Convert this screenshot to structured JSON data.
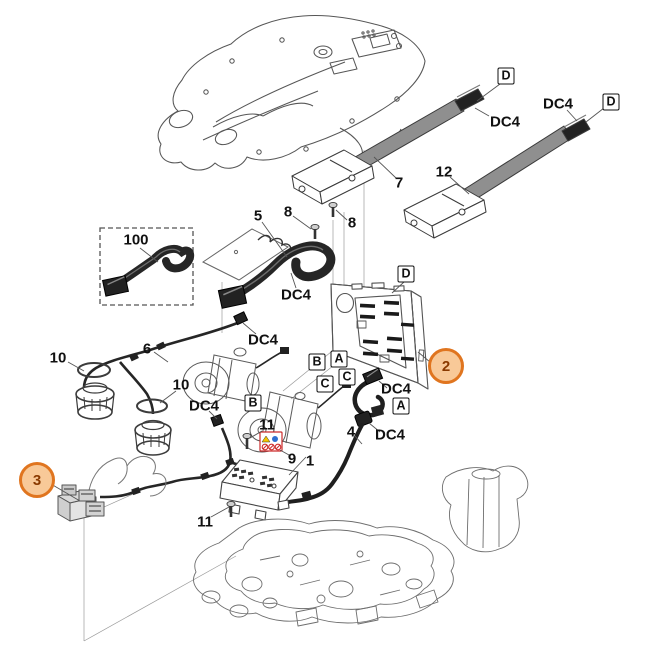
{
  "diagram": {
    "labels": {
      "n1": "1",
      "n2": "2",
      "n3": "3",
      "n4": "4",
      "n5": "5",
      "n6": "6",
      "n7": "7",
      "n8": "8",
      "n9": "9",
      "n10": "10",
      "n11": "11",
      "n12": "12",
      "n100": "100",
      "dc4": "DC4",
      "slot_a": "A",
      "slot_b": "B",
      "slot_c": "C",
      "slot_d": "D"
    },
    "callouts": {
      "c2": "2",
      "c3": "3"
    },
    "colors": {
      "line": "#4a4a4a",
      "ribbon": "#8f8f8f",
      "cable": "#1f1f1f",
      "callout_border": "#e0751f",
      "callout_fill": "#f8c998",
      "callout_text": "#8a3a00",
      "warning_red": "#cc2a2a",
      "warning_yellow": "#f5c400",
      "warning_blue": "#2f6fd0"
    }
  }
}
